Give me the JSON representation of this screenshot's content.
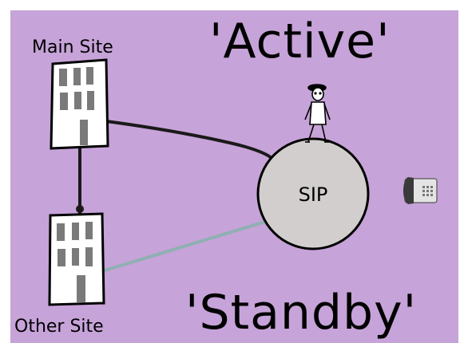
{
  "labels": {
    "active": "'Active'",
    "standby": "'Standby'",
    "main_site": "Main Site",
    "other_site": "Other Site",
    "sip": "SIP"
  },
  "colors": {
    "background": "#c6a3d8",
    "frame": "#ffffff",
    "building_fill": "#ffffff",
    "window_fill": "#7a7a7a",
    "sip_circle_fill": "#d2cece",
    "active_link": "#1a1a1a",
    "standby_link": "#8fb0b2"
  },
  "icons": {
    "person": "person-icon",
    "phone": "phone-icon",
    "building_main": "building-icon",
    "building_other": "building-icon"
  }
}
